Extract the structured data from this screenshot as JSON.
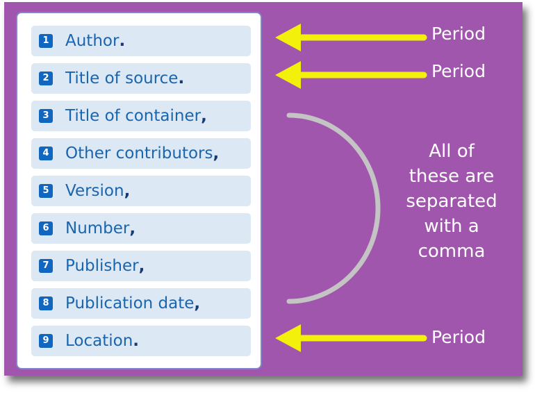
{
  "colors": {
    "background": "#a056ad",
    "card": "#ffffff",
    "item_background": "#dce8f4",
    "number_badge": "#1166c0",
    "item_text": "#1a65ad",
    "arrow": "#f3f00b",
    "bracket": "#c4c4c4",
    "annotation_text": "#ffffff"
  },
  "items": [
    {
      "number": "1",
      "label": "Author",
      "punct": "."
    },
    {
      "number": "2",
      "label": "Title of source",
      "punct": "."
    },
    {
      "number": "3",
      "label": "Title of container",
      "punct": ","
    },
    {
      "number": "4",
      "label": "Other contributors",
      "punct": ","
    },
    {
      "number": "5",
      "label": "Version",
      "punct": ","
    },
    {
      "number": "6",
      "label": "Number",
      "punct": ","
    },
    {
      "number": "7",
      "label": "Publisher",
      "punct": ","
    },
    {
      "number": "8",
      "label": "Publication date",
      "punct": ","
    },
    {
      "number": "9",
      "label": "Location",
      "punct": "."
    }
  ],
  "annotations": {
    "period_author": "Period",
    "period_title": "Period",
    "period_location": "Period",
    "comma_note": [
      "All of",
      "these are",
      "separated",
      "with a",
      "comma"
    ]
  }
}
